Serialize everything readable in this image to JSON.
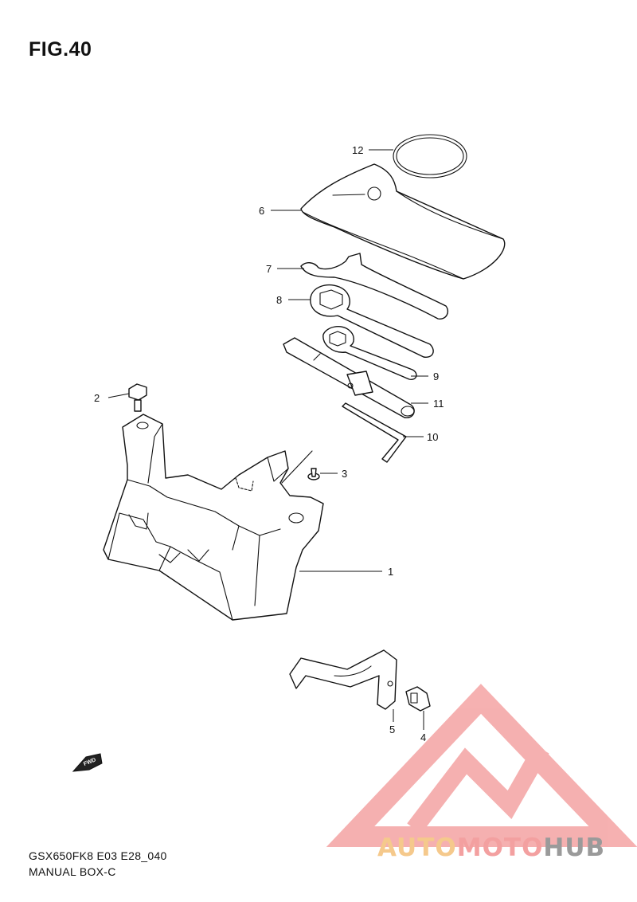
{
  "figure": {
    "title": "FIG.40"
  },
  "callouts": [
    {
      "id": "1",
      "label": "1"
    },
    {
      "id": "2",
      "label": "2"
    },
    {
      "id": "3",
      "label": "3"
    },
    {
      "id": "4",
      "label": "4"
    },
    {
      "id": "5",
      "label": "5"
    },
    {
      "id": "6",
      "label": "6"
    },
    {
      "id": "7",
      "label": "7"
    },
    {
      "id": "8",
      "label": "8"
    },
    {
      "id": "9",
      "label": "9"
    },
    {
      "id": "10",
      "label": "10"
    },
    {
      "id": "11",
      "label": "11"
    },
    {
      "id": "12",
      "label": "12"
    }
  ],
  "fwd_badge": {
    "label": "FWD"
  },
  "footer": {
    "code": "GSX650FK8 E03 E28_040",
    "name": "MANUAL BOX-C"
  },
  "watermark": {
    "part_a": "AUTO",
    "part_b": "MOTO",
    "part_c": "HUB",
    "colors": {
      "auto": "#f5c98c",
      "moto": "#f3a0a0",
      "hub": "#9a9a9a",
      "logo": "#f4a3a3"
    }
  }
}
